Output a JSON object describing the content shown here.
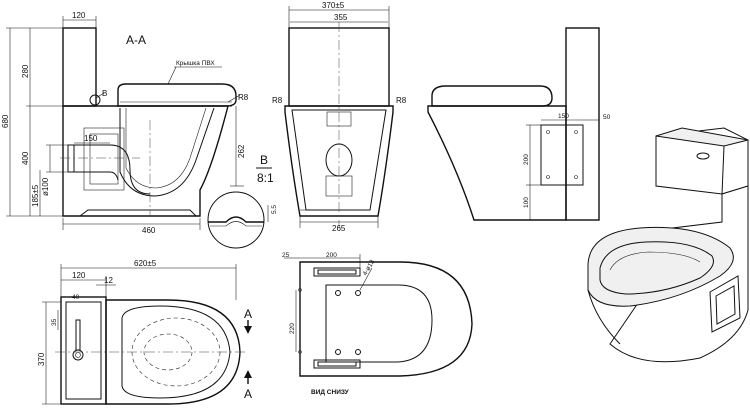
{
  "section_label": "A-A",
  "lid_note": "Крышка ПВХ",
  "detail_label": "B",
  "detail_scale": "8:1",
  "bottom_view_caption": "ВИД СНИЗУ",
  "section_marker": "A",
  "dimensions": {
    "side_top_width": "120",
    "tank_height": "280",
    "total_height": "680",
    "seat_height": "400",
    "outlet_offset": "185±5",
    "outlet_dia": "ø100",
    "outlet_len": "150",
    "side_length": "460",
    "detail_ref": "B",
    "lid_offset": "262",
    "radius": "R8",
    "front_width": "370±5",
    "front_tank_width": "355",
    "front_base_width": "265",
    "detail_h": "5.5",
    "panel_w": "150",
    "panel_offset": "50",
    "panel_h": "200",
    "panel_base": "100",
    "plan_length": "620±5",
    "plan_tank_depth": "120",
    "plan_gap": "12",
    "plan_flange": "40",
    "plan_width": "370",
    "plan_inner": "35",
    "bottom_offset": "25",
    "bottom_width": "200",
    "bottom_holes": "4-ø13",
    "bottom_height": "220"
  }
}
